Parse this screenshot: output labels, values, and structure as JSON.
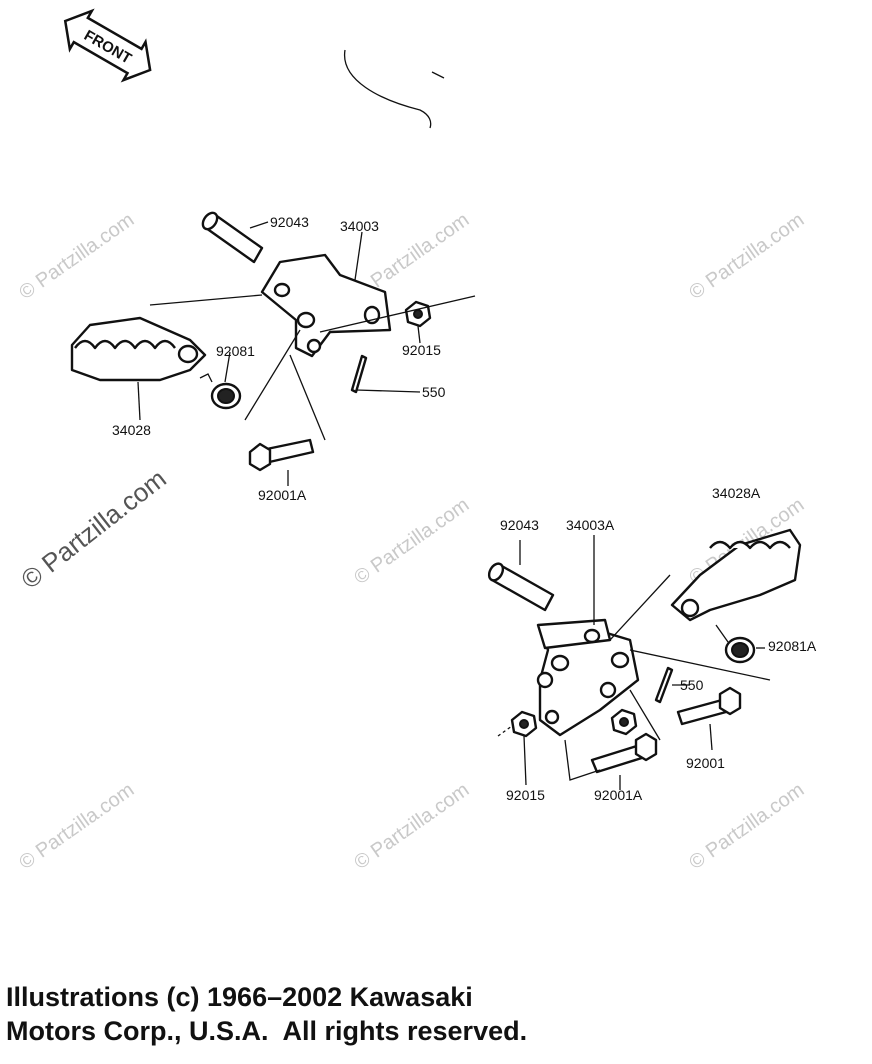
{
  "front_badge": "FRONT",
  "watermark": "© Partzilla.com",
  "labels": {
    "l_92043_a": "92043",
    "l_34003": "34003",
    "l_92081": "92081",
    "l_92015_a": "92015",
    "l_550_a": "550",
    "l_34028": "34028",
    "l_92001A_a": "92001A",
    "l_34028A": "34028A",
    "l_92043_b": "92043",
    "l_34003A": "34003A",
    "l_92081A": "92081A",
    "l_550_b": "550",
    "l_92001": "92001",
    "l_92015_b": "92015",
    "l_92001A_b": "92001A"
  },
  "copyright": {
    "line1": "Illustrations (c) 1966–2002 Kawasaki",
    "line2": "Motors Corp., U.S.A.  All rights reserved."
  }
}
